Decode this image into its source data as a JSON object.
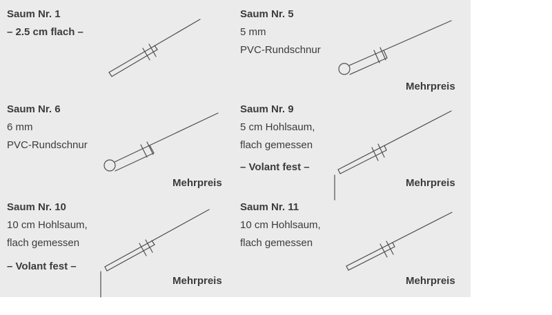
{
  "colors": {
    "panel_background": "#ebebeb",
    "page_background": "#ffffff",
    "text": "#3b3b3b",
    "line_art": "#4d4d4d"
  },
  "panels": [
    {
      "title": "Saum Nr. 1",
      "details": [],
      "note": "– 2.5 cm flach –",
      "mehrpreis": "",
      "diagram": "plain-flat-hem"
    },
    {
      "title": "Saum Nr. 5",
      "details": [
        "5 mm",
        "PVC-Rundschnur"
      ],
      "note": "",
      "mehrpreis": "Mehrpreis",
      "diagram": "round-cord-hem"
    },
    {
      "title": "Saum Nr. 6",
      "details": [
        "6 mm",
        "PVC-Rundschnur"
      ],
      "note": "",
      "mehrpreis": "Mehrpreis",
      "diagram": "round-cord-hem"
    },
    {
      "title": "Saum Nr. 9",
      "details": [
        "5 cm Hohlsaum,",
        "flach gemessen"
      ],
      "note": "– Volant fest –",
      "mehrpreis": "Mehrpreis",
      "diagram": "hollow-hem-with-volant"
    },
    {
      "title": "Saum Nr. 10",
      "details": [
        "10 cm Hohlsaum,",
        "flach gemessen"
      ],
      "note": "– Volant fest –",
      "mehrpreis": "Mehrpreis",
      "diagram": "hollow-hem-with-volant"
    },
    {
      "title": "Saum Nr. 11",
      "details": [
        "10 cm Hohlsaum,",
        "flach gemessen"
      ],
      "note": "",
      "mehrpreis": "Mehrpreis",
      "diagram": "hollow-hem"
    }
  ]
}
